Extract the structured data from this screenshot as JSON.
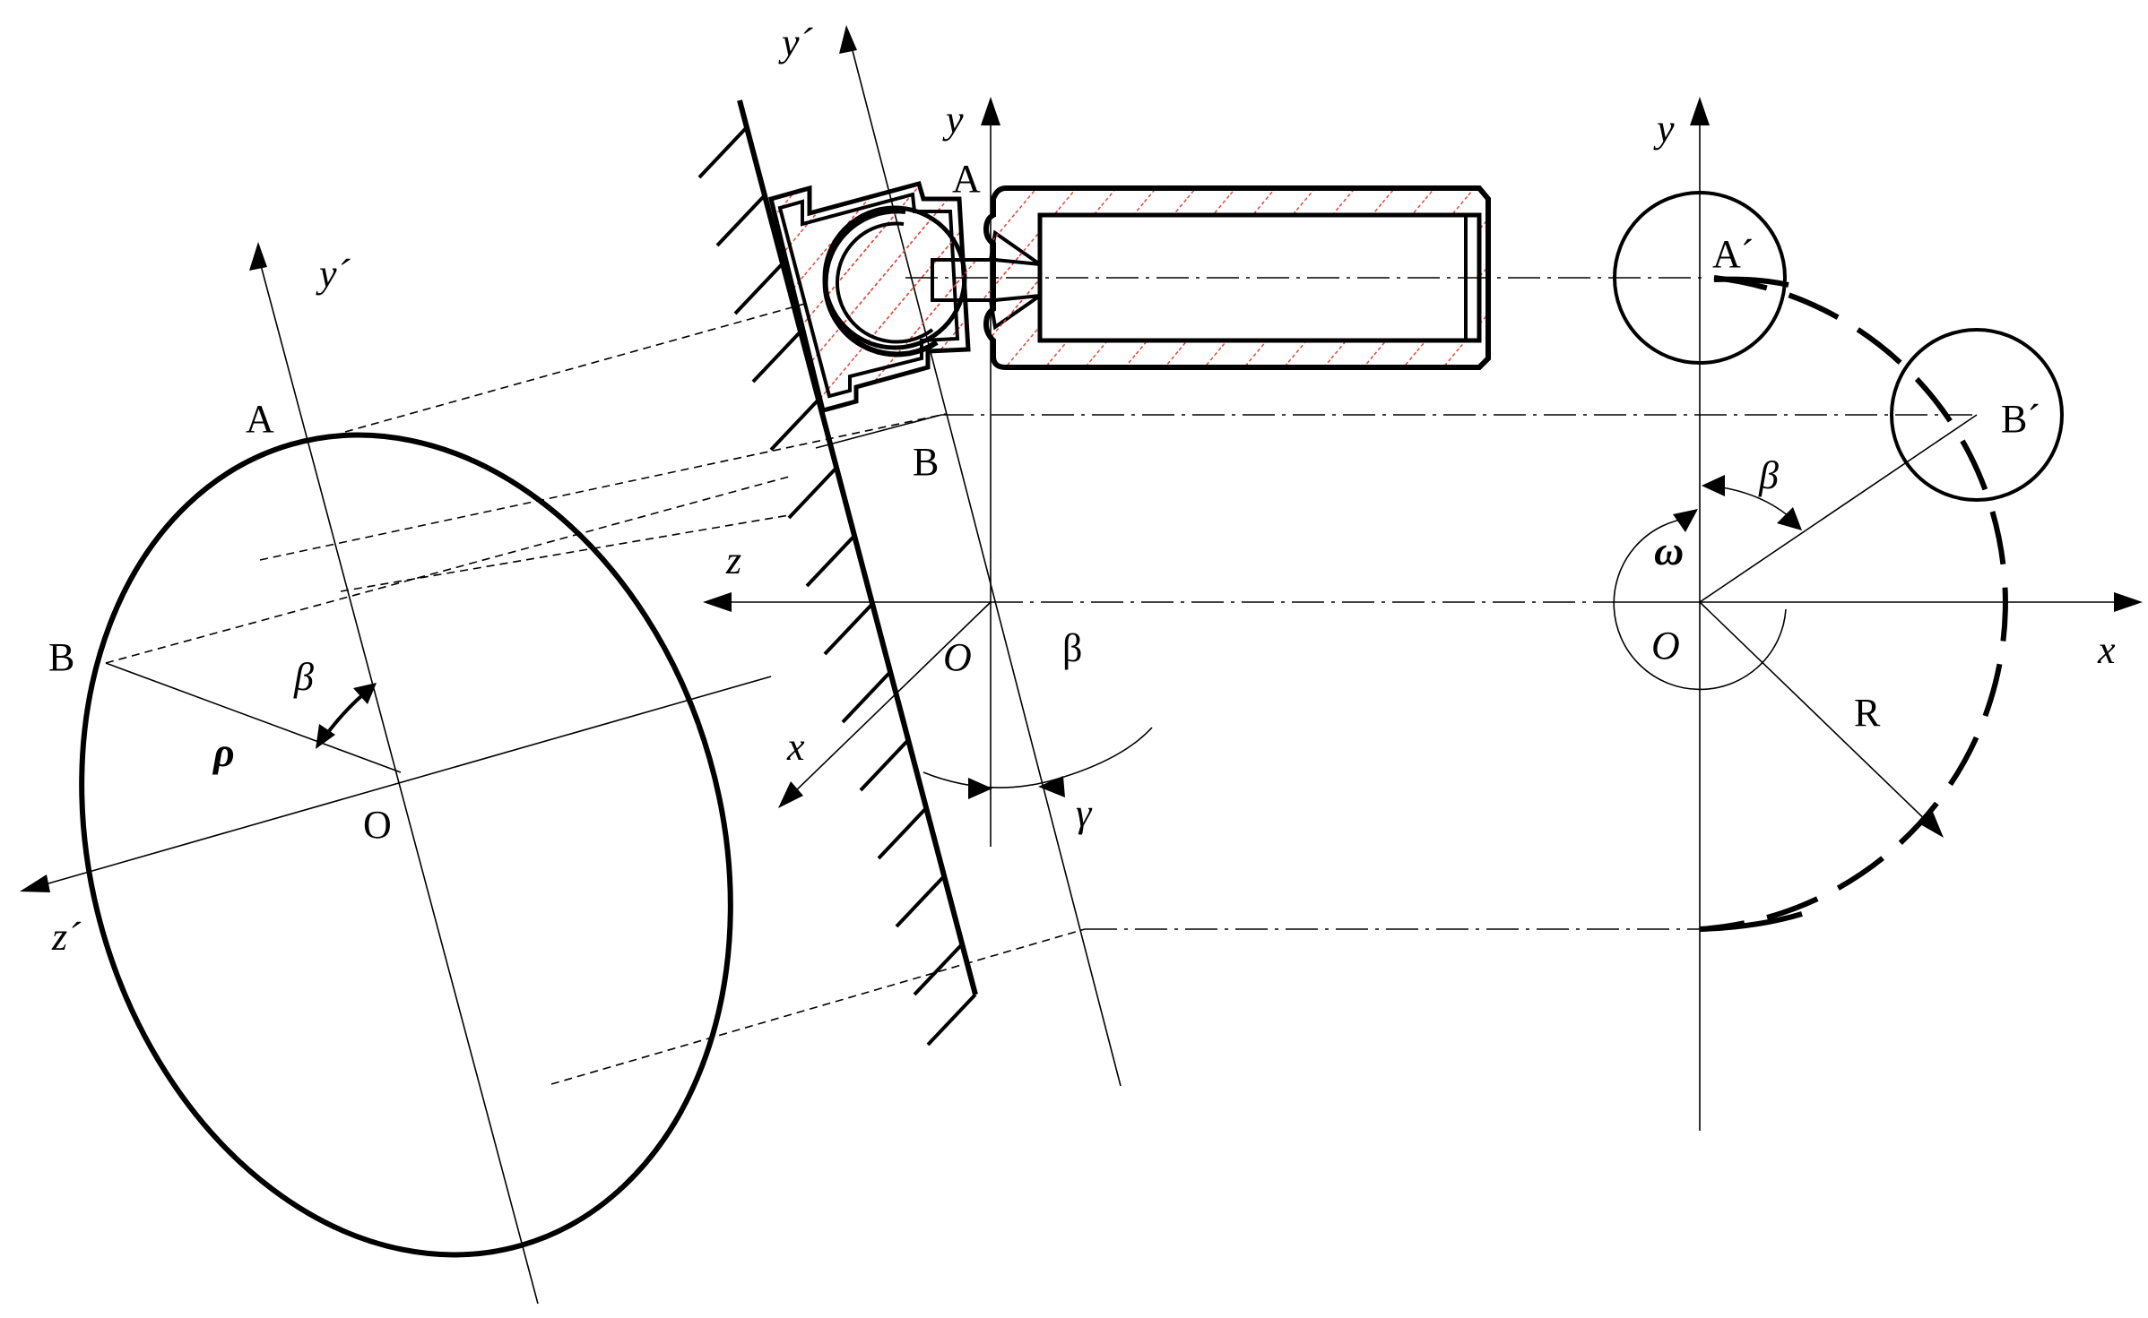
{
  "left_view": {
    "label_y_prime": "y´",
    "label_z_prime": "z´",
    "label_A": "A",
    "label_B": "B",
    "label_O": "O",
    "label_beta": "β",
    "label_rho": "ρ"
  },
  "middle_view": {
    "label_y_prime": "y´",
    "label_y": "y",
    "label_z": "z",
    "label_x": "x",
    "label_A": "A",
    "label_B": "B",
    "label_O": "O",
    "label_beta": "β",
    "label_gamma": "γ"
  },
  "right_view": {
    "label_y": "y",
    "label_x": "x",
    "label_O": "O",
    "label_A_prime": "A´",
    "label_B_prime": "B´",
    "label_beta": "β",
    "label_omega": "ω",
    "label_R": "R"
  },
  "colors": {
    "line": "#000000",
    "hatch": "#e0473a"
  }
}
